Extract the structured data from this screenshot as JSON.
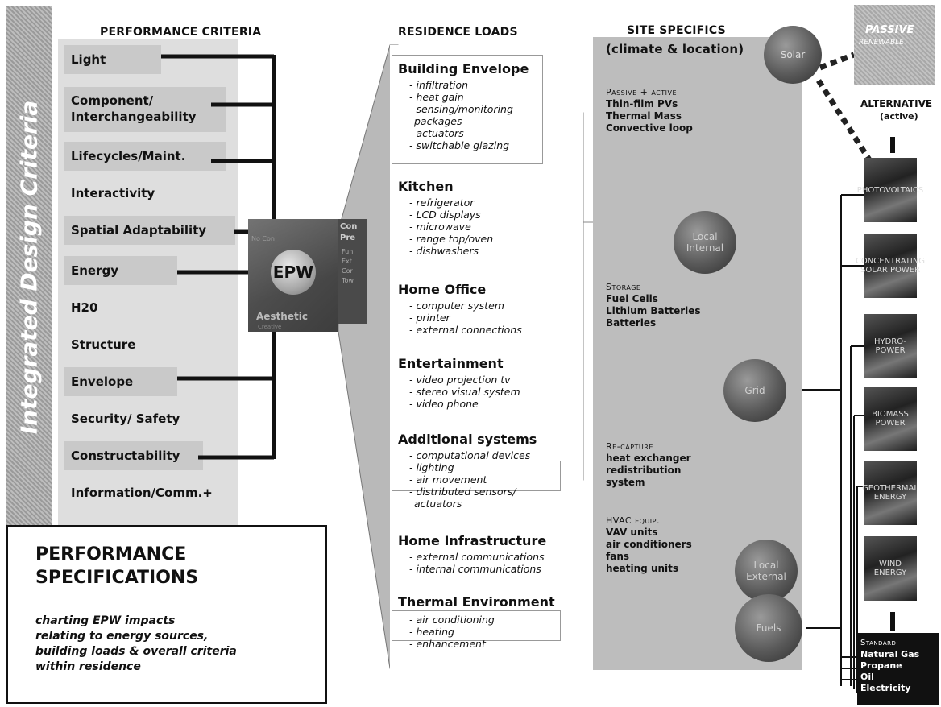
{
  "left": {
    "vertical_title": "Integrated Design Criteria",
    "header": "PERFORMANCE CRITERIA",
    "criteria": [
      "Light",
      "Component/ Interchangeability",
      "Lifecycles/Maint.",
      "Interactivity",
      "Spatial Adaptability",
      "Energy",
      "H20",
      "Structure",
      "Envelope",
      "Security/ Safety",
      "Constructability",
      "Information/Comm.+"
    ]
  },
  "center": {
    "epw": "EPW",
    "aesthetic": "Aesthetic",
    "frag_top": "Con",
    "frag_top2": "Pre",
    "frag_list": [
      "Fun",
      "Ext",
      "Cor",
      "Tow"
    ],
    "frag_small": "Creative",
    "frag_left": "No Con"
  },
  "spec": {
    "title_line1": "PERFORMANCE",
    "title_line2": "SPECIFICATIONS",
    "desc": [
      "charting EPW impacts",
      "relating to energy sources,",
      "building loads & overall criteria",
      "within residence"
    ]
  },
  "loads": {
    "header": "RESIDENCE LOADS",
    "groups": [
      {
        "title": "Building Envelope",
        "items": [
          "- infiltration",
          "- heat gain",
          "- sensing/monitoring",
          "  packages",
          "- actuators",
          "- switchable glazing"
        ]
      },
      {
        "title": "Kitchen",
        "items": [
          "- refrigerator",
          "- LCD displays",
          "- microwave",
          "- range top/oven",
          "- dishwashers"
        ]
      },
      {
        "title": "Home Office",
        "items": [
          "- computer system",
          "- printer",
          "- external connections"
        ]
      },
      {
        "title": "Entertainment",
        "items": [
          "- video projection tv",
          "- stereo visual system",
          "- video phone"
        ]
      },
      {
        "title": "Additional systems",
        "items": [
          "- computational devices",
          "- lighting",
          "- air movement",
          "- distributed sensors/",
          "  actuators"
        ]
      },
      {
        "title": "Home Infrastructure",
        "items": [
          "- external communications",
          "- internal communications"
        ]
      },
      {
        "title": "Thermal Environment",
        "items": [
          "- air conditioning",
          "- heating",
          "- enhancement"
        ]
      }
    ]
  },
  "site": {
    "header1": "SITE SPECIFICS",
    "header2": "(climate & location)",
    "passive_cap": "Passive + active",
    "passive_items": [
      "Thin-film PVs",
      "Thermal Mass",
      "Convective loop"
    ],
    "storage_cap": "Storage",
    "storage_items": [
      "Fuel Cells",
      "Lithium Batteries",
      "Batteries"
    ],
    "recapture_cap": "Re-capture",
    "recapture_items": [
      "heat exchanger",
      "redistribution",
      "system"
    ],
    "hvac_cap": "HVAC equip.",
    "hvac_items": [
      "VAV units",
      "air conditioners",
      "fans",
      "heating units"
    ],
    "circles": {
      "solar": "Solar",
      "local_internal": "Local Internal",
      "grid": "Grid",
      "local_external": "Local External",
      "fuels": "Fuels"
    }
  },
  "right": {
    "passive_line1": "PASSIVE",
    "passive_line2": "RENEWABLE",
    "alt_line1": "ALTERNATIVE",
    "alt_line2": "(active)",
    "tiles": [
      "PHOTOVOLTAICS",
      "CONCENTRATING SOLAR POWER",
      "HYDRO-POWER",
      "BIOMASS POWER",
      "GEOTHERMAL ENERGY",
      "WIND ENERGY"
    ],
    "standard_cap": "Standard",
    "standard_items": [
      "Natural Gas",
      "Propane",
      "Oil",
      "Electricity"
    ]
  }
}
